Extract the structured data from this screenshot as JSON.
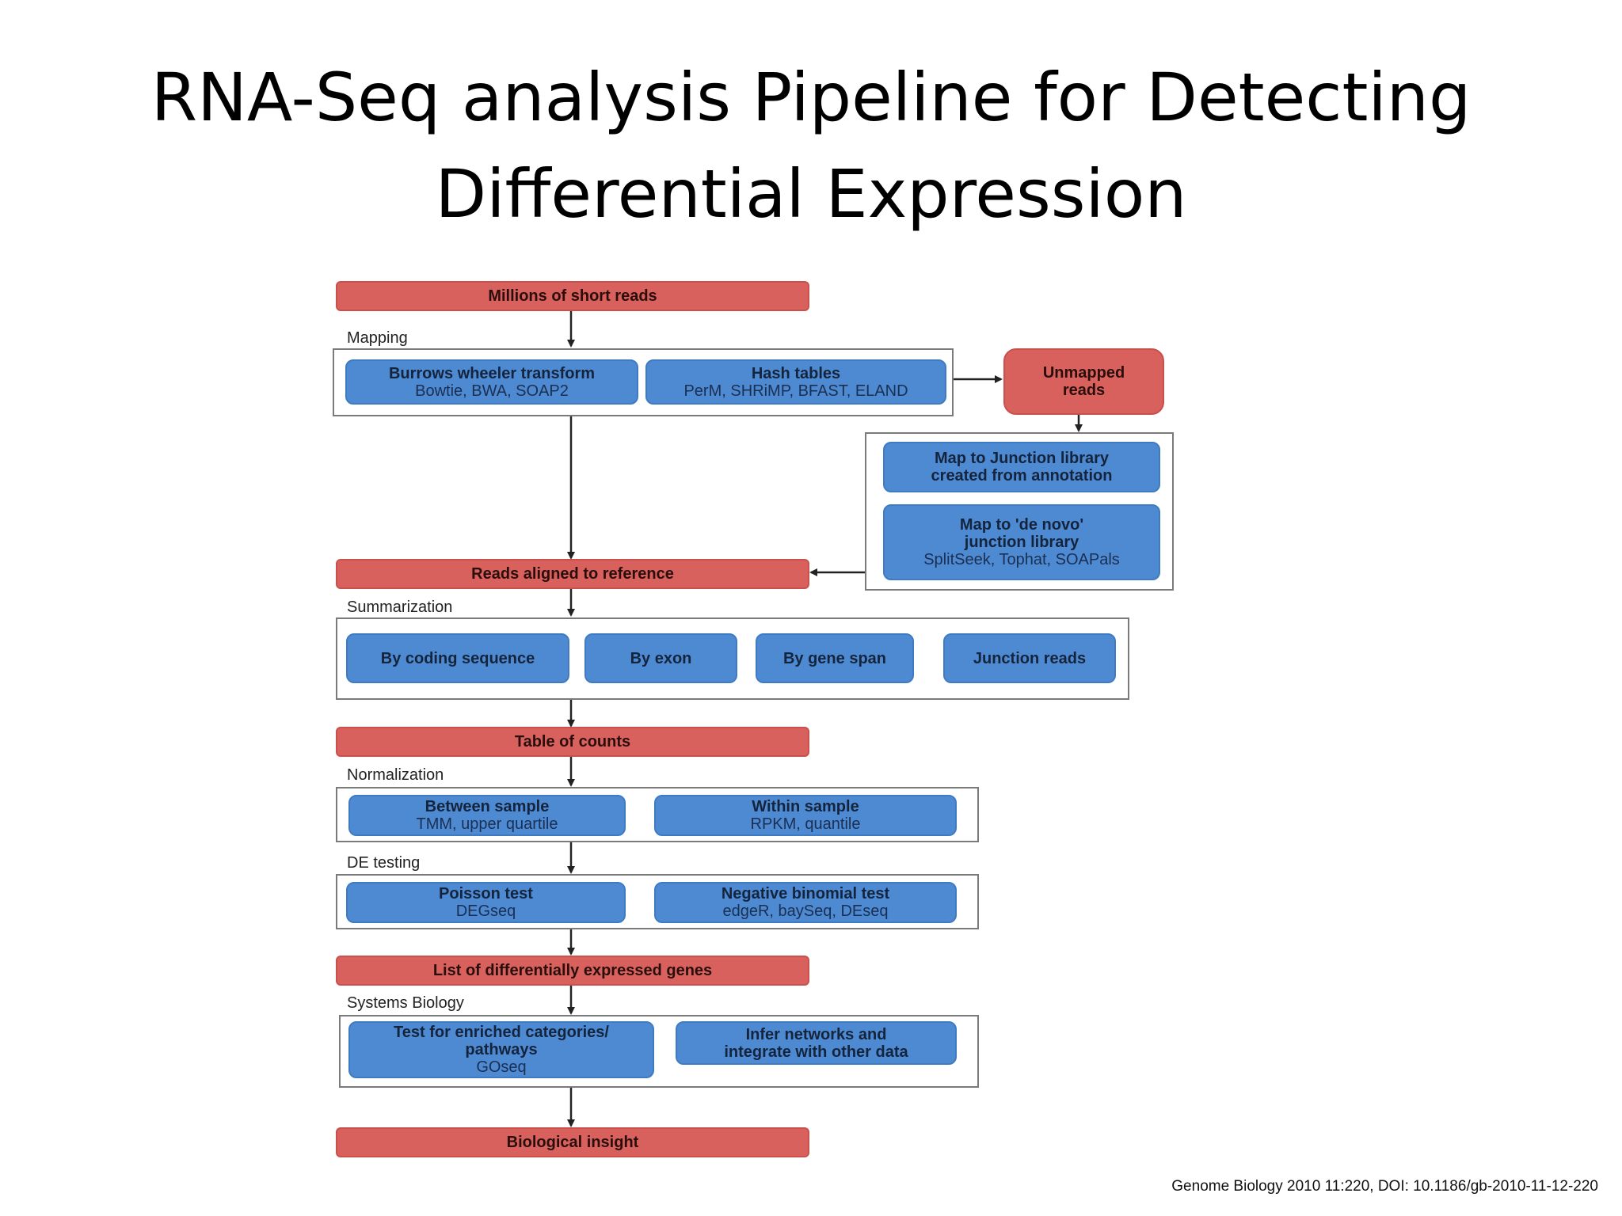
{
  "slide": {
    "title_line1": "RNA-Seq analysis Pipeline for Detecting",
    "title_line2": "Differential Expression",
    "citation": "Genome Biology 2010 11:220, DOI: 10.1186/gb-2010-11-12-220"
  },
  "diagram": {
    "colors": {
      "stage": "#d9615d",
      "method": "#4e8ad1",
      "frame": "#7a7a7a"
    },
    "stages": {
      "short_reads": "Millions of short reads",
      "aligned": "Reads aligned to reference",
      "counts": "Table of counts",
      "de_genes": "List of differentially expressed genes",
      "insight": "Biological insight",
      "unmapped_line1": "Unmapped",
      "unmapped_line2": "reads"
    },
    "sections": {
      "mapping": "Mapping",
      "summarization": "Summarization",
      "normalization": "Normalization",
      "de_testing": "DE testing",
      "systems_biology": "Systems Biology"
    },
    "mapping": {
      "bwt_title": "Burrows wheeler transform",
      "bwt_tools": "Bowtie, BWA, SOAP2",
      "hash_title": "Hash tables",
      "hash_tools": "PerM, SHRiMP, BFAST, ELAND"
    },
    "junction": {
      "annot_line1": "Map to Junction library",
      "annot_line2": "created from annotation",
      "denovo_line1": "Map to 'de novo'",
      "denovo_line2": "junction library",
      "denovo_tools": "SplitSeek, Tophat, SOAPals"
    },
    "summarization": {
      "cds": "By coding sequence",
      "exon": "By exon",
      "gene_span": "By gene span",
      "junction": "Junction reads"
    },
    "normalization": {
      "between_title": "Between sample",
      "between_tools": "TMM, upper quartile",
      "within_title": "Within sample",
      "within_tools": "RPKM, quantile"
    },
    "de_testing": {
      "poisson_title": "Poisson test",
      "poisson_tools": "DEGseq",
      "nb_title": "Negative binomial test",
      "nb_tools": "edgeR, baySeq, DEseq"
    },
    "systems": {
      "enrich_line1": "Test for enriched categories/",
      "enrich_line2": "pathways",
      "enrich_tools": "GOseq",
      "infer_line1": "Infer networks and",
      "infer_line2": "integrate with other data"
    }
  }
}
